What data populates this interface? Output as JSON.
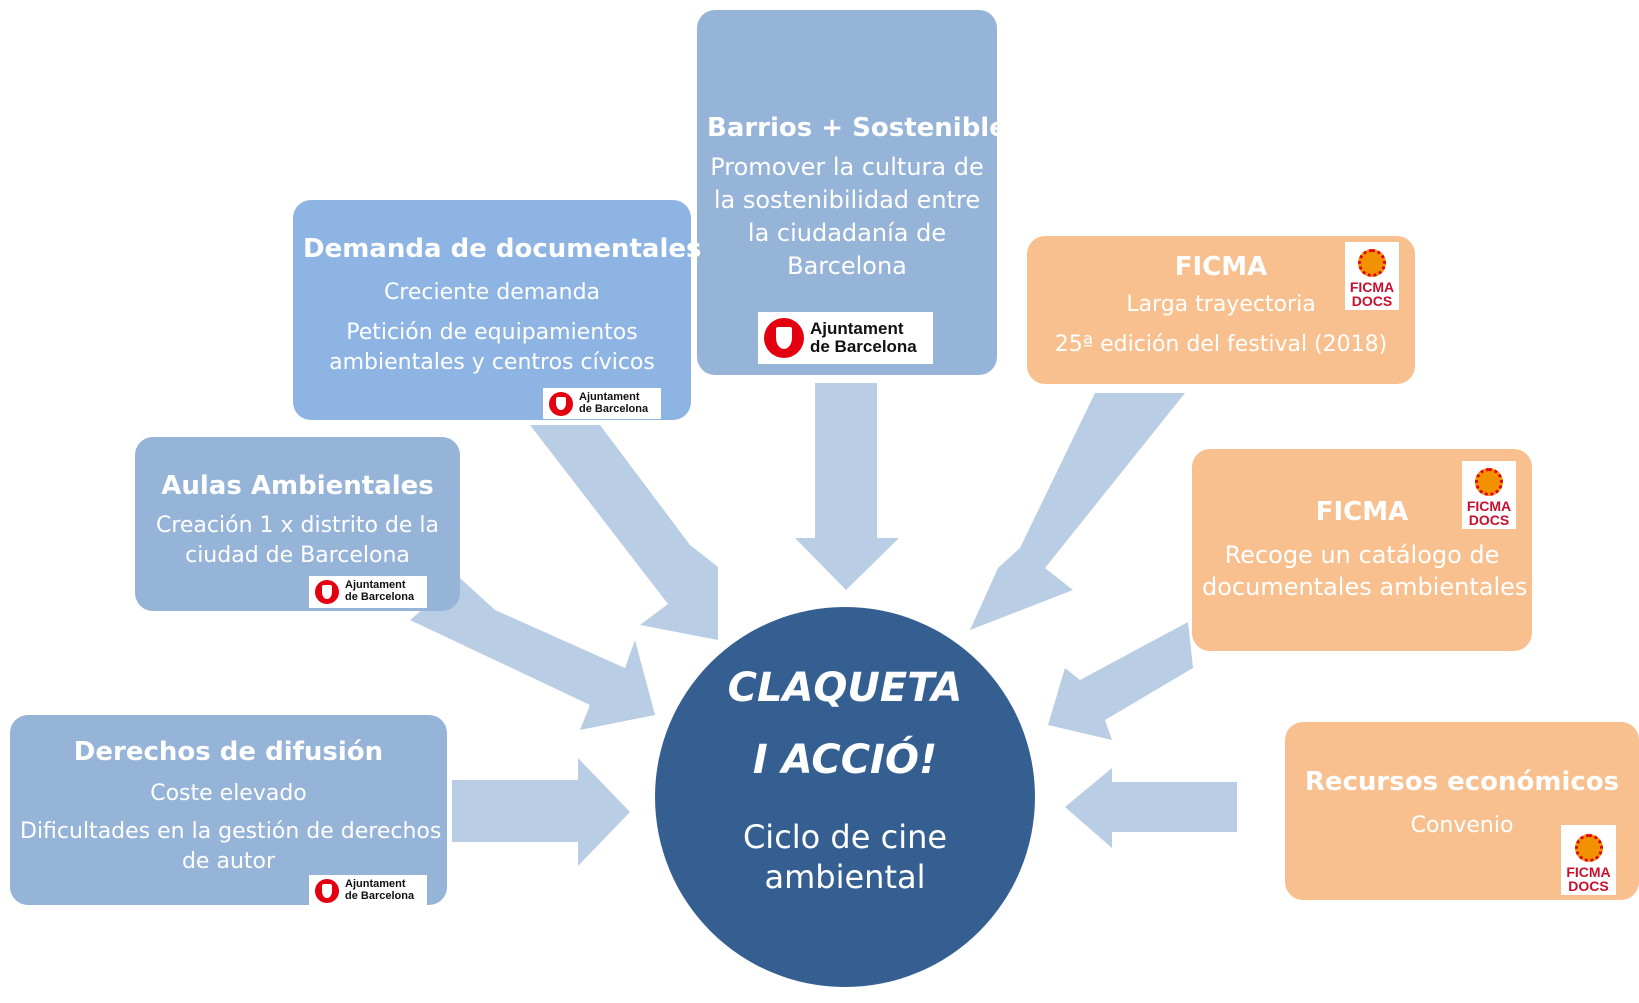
{
  "colors": {
    "arrow": "#b9cde5",
    "blue_box": "#96b3d8",
    "blue_box_light": "#8eb4e3",
    "orange_box": "#f9c08f",
    "center_circle": "#365f91"
  },
  "center": {
    "title_line1": "CLAQUETA",
    "title_line2": "I ACCIÓ!",
    "subtitle_line1": "Ciclo de cine",
    "subtitle_line2": "ambiental"
  },
  "boxes": {
    "barrios": {
      "title": "Barrios + Sostenibles",
      "lines": [
        "Promover la cultura de",
        "la sostenibilidad entre",
        "la ciudadanía de",
        "Barcelona"
      ]
    },
    "demanda": {
      "title": "Demanda de documentales",
      "lines": [
        "Creciente demanda",
        "Petición de equipamientos",
        "ambientales y centros cívicos"
      ]
    },
    "aulas": {
      "title": "Aulas Ambientales",
      "lines": [
        "Creación 1 x distrito de la",
        "ciudad de Barcelona"
      ]
    },
    "derechos": {
      "title": "Derechos de difusión",
      "lines": [
        "Coste elevado",
        "Dificultades en la gestión de derechos",
        "de autor"
      ]
    },
    "ficma1": {
      "title": "FICMA",
      "lines": [
        "Larga trayectoria",
        "25ª edición del festival (2018)"
      ]
    },
    "ficma2": {
      "title": "FICMA",
      "lines": [
        "Recoge un catálogo de",
        "documentales ambientales"
      ]
    },
    "recursos": {
      "title": "Recursos económicos",
      "lines": [
        "Convenio"
      ]
    }
  },
  "logos": {
    "ajuntament": {
      "line1": "Ajuntament",
      "line2": "de Barcelona"
    },
    "ficma": {
      "line1": "FICMA",
      "line2": "DOCS"
    }
  }
}
